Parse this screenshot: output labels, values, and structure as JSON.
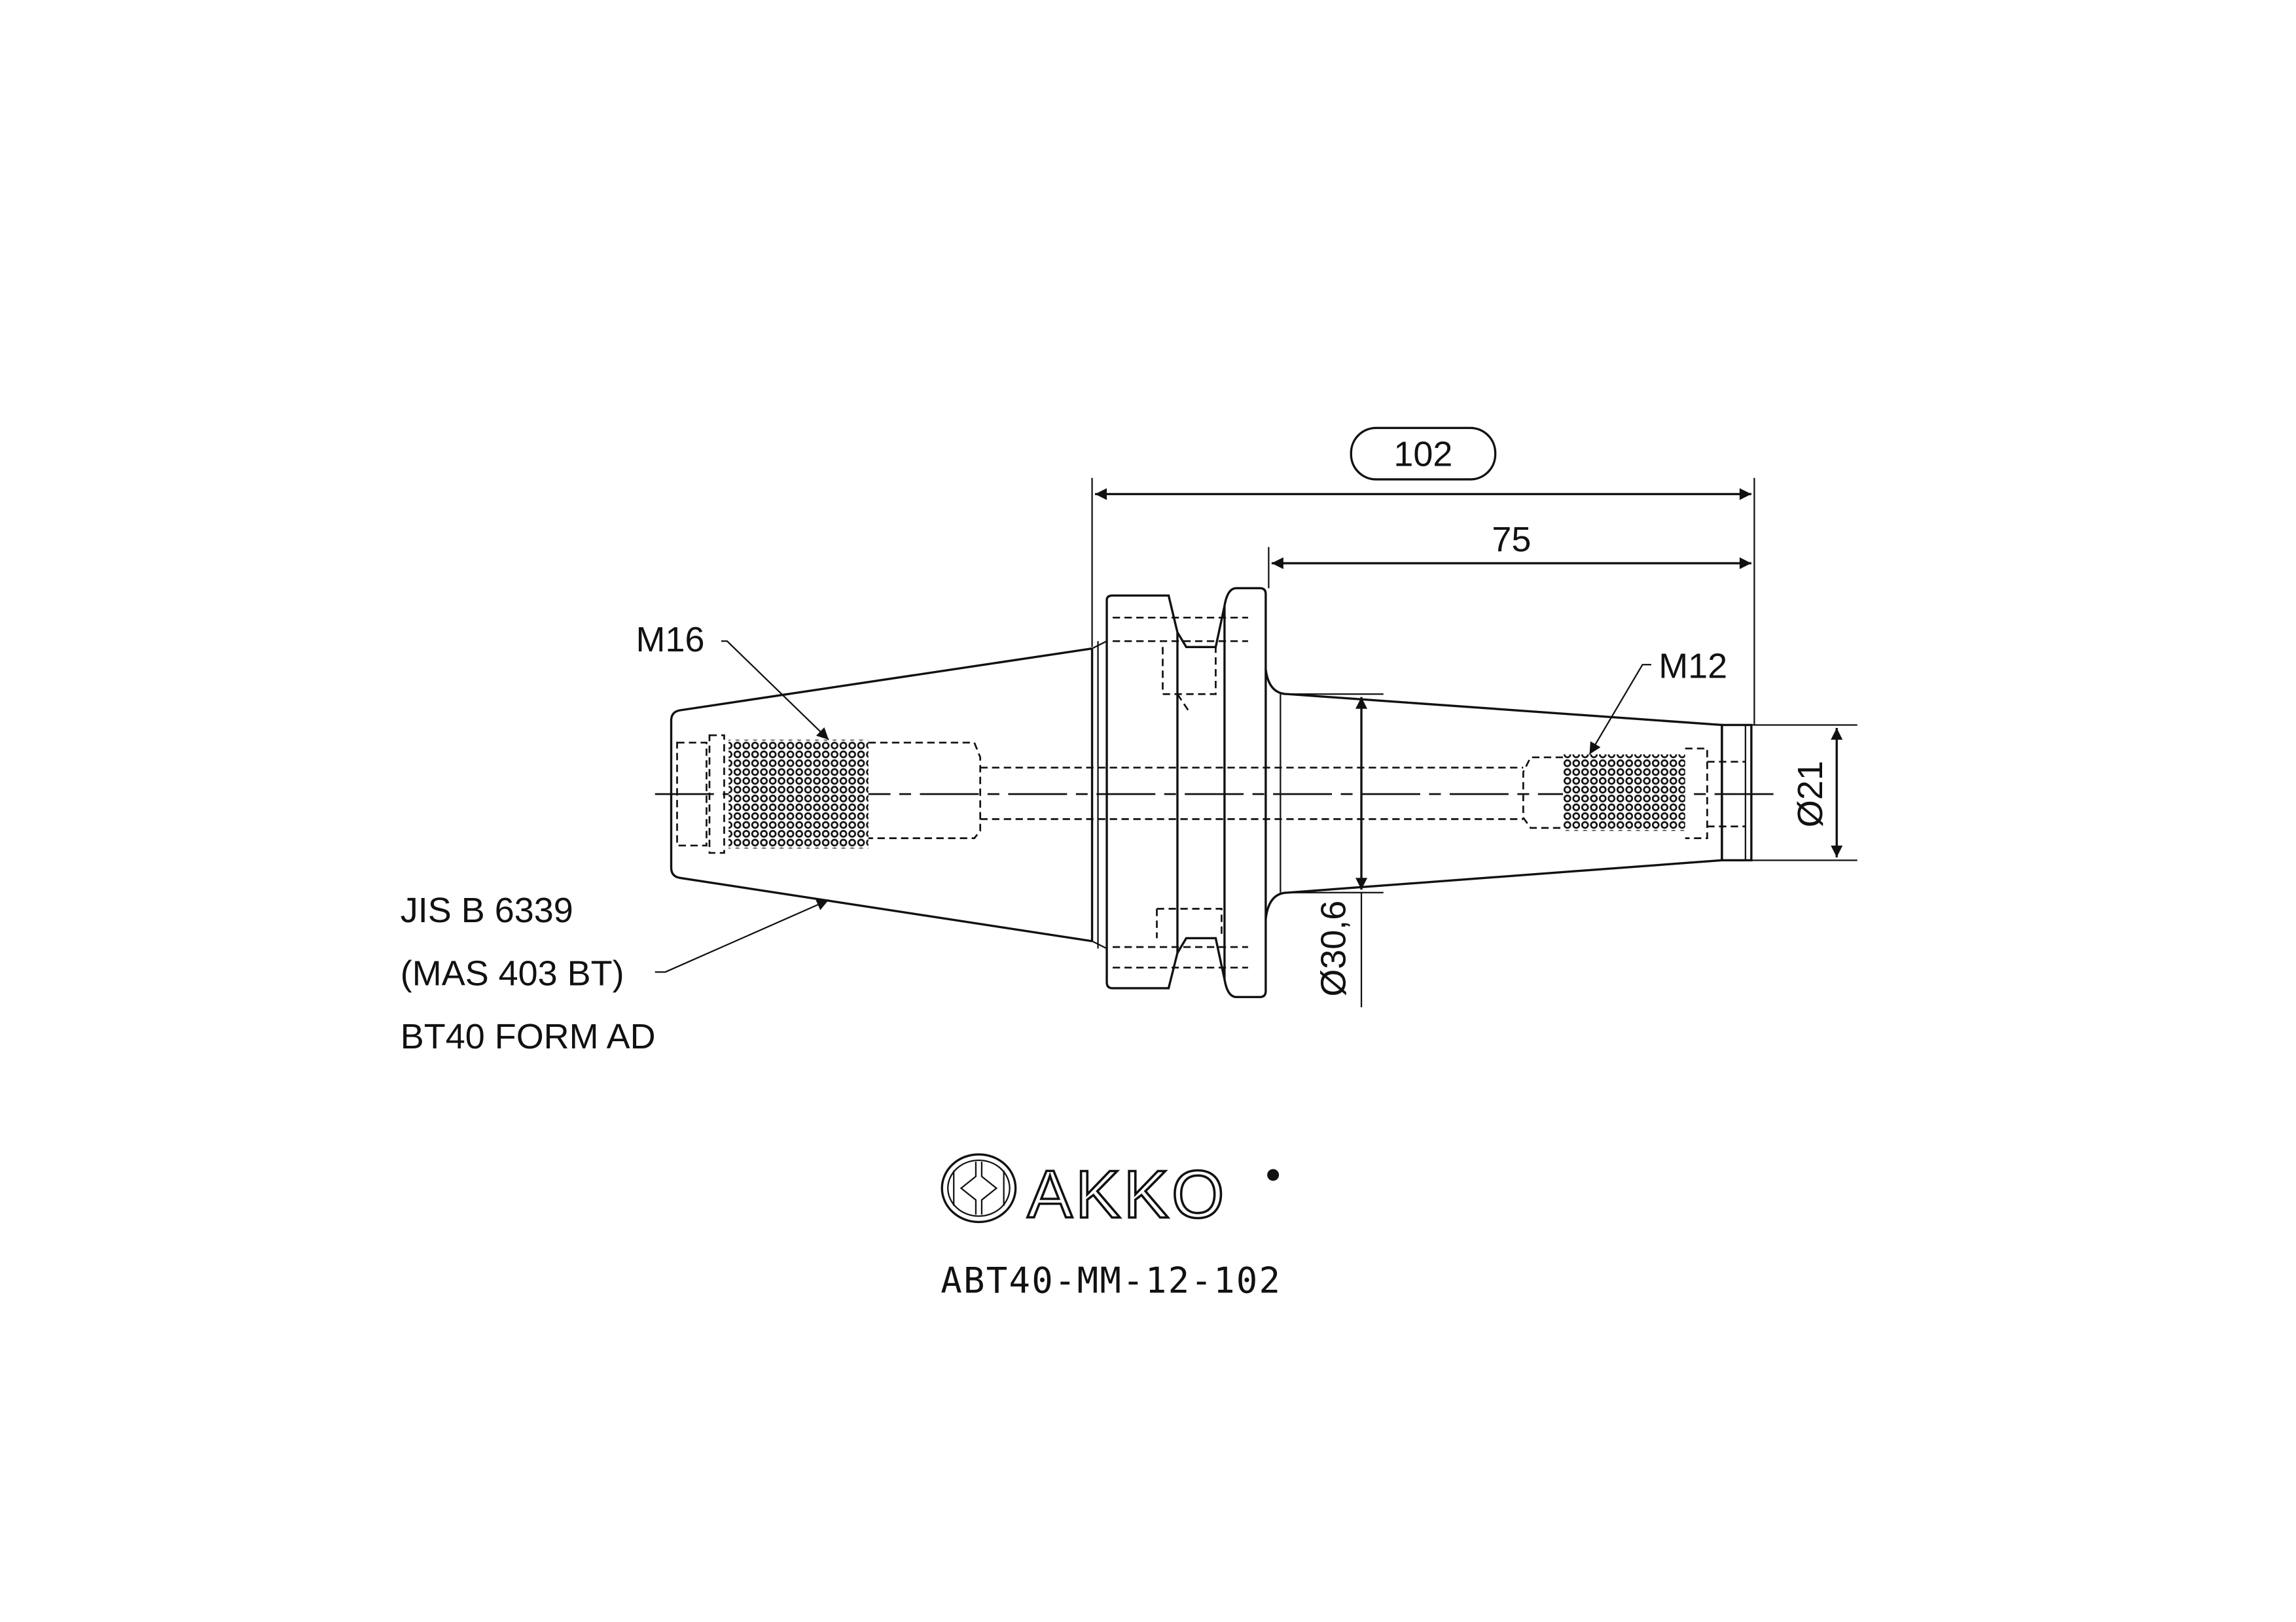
{
  "drawing": {
    "dimensions": {
      "overall_length": "102",
      "gauge_length": "75",
      "diameter_body": "Ø30,6",
      "diameter_nose": "Ø21"
    },
    "threads": {
      "left": "M16",
      "right": "M12"
    },
    "standard_lines": [
      "JIS B 6339",
      "(MAS 403 BT)",
      "BT40 FORM AD"
    ]
  },
  "logo": {
    "brand": "AKKO"
  },
  "model_code": "ABT40-MM-12-102",
  "colors": {
    "line": "#111111",
    "background": "#ffffff"
  }
}
